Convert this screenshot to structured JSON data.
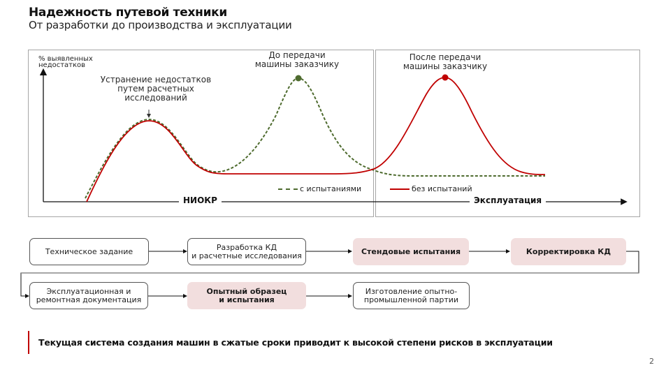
{
  "header": {
    "title": "Надежность путевой техники",
    "subtitle": "От разработки до производства и эксплуатации"
  },
  "chart": {
    "y_axis_label_line1": "% выявленных",
    "y_axis_label_line2": "недостатков",
    "annotation_left_line1": "Устранение недостатков",
    "annotation_left_line2": "путем расчетных",
    "annotation_left_line3": "исследований",
    "annotation_mid_line1": "До передачи",
    "annotation_mid_line2": "машины заказчику",
    "annotation_right_line1": "После передачи",
    "annotation_right_line2": "машины заказчику",
    "phase_left": "НИОКР",
    "phase_right": "Эксплуатация",
    "legend": [
      {
        "label": "с испытаниями",
        "style": "dashed",
        "color": "#4e6b2e"
      },
      {
        "label": "без испытаний",
        "style": "solid",
        "color": "#c00000"
      }
    ]
  },
  "chart_data": {
    "type": "line",
    "title": "",
    "xlabel": "НИОКР → Эксплуатация",
    "ylabel": "% выявленных недостатков",
    "x_phases": [
      "НИОКР",
      "Эксплуатация"
    ],
    "x": [
      0,
      10,
      20,
      30,
      40,
      50,
      60,
      70,
      80,
      90,
      100
    ],
    "series": [
      {
        "name": "с испытаниями",
        "style": "dashed",
        "color": "#4e6b2e",
        "values": [
          3,
          66,
          24,
          55,
          98,
          30,
          19,
          19,
          19,
          19,
          19
        ]
      },
      {
        "name": "без испытаний",
        "style": "solid",
        "color": "#c00000",
        "values": [
          0,
          65,
          24,
          22,
          22,
          22,
          48,
          98,
          70,
          25,
          21
        ]
      }
    ],
    "annotations": [
      {
        "text": "Устранение недостатков путем расчетных исследований",
        "at": "first peak"
      },
      {
        "text": "До передачи машины заказчику",
        "at": "peak с испытаниями"
      },
      {
        "text": "После передачи машины заказчику",
        "at": "peak без испытаний"
      }
    ],
    "grid": false,
    "legend_position": "bottom"
  },
  "flow": {
    "row1": [
      {
        "label_line1": "Техническое задание",
        "label_line2": "",
        "style": "outline"
      },
      {
        "label_line1": "Разработка КД",
        "label_line2": "и расчетные исследования",
        "style": "outline"
      },
      {
        "label_line1": "Стендовые испытания",
        "label_line2": "",
        "style": "filled"
      },
      {
        "label_line1": "Корректировка КД",
        "label_line2": "",
        "style": "filled"
      }
    ],
    "row2": [
      {
        "label_line1": "Эксплуатационная и",
        "label_line2": "ремонтная документация",
        "style": "outline"
      },
      {
        "label_line1": "Опытный образец",
        "label_line2": "и испытания",
        "style": "filled"
      },
      {
        "label_line1": "Изготовление опытно-",
        "label_line2": "промышленной партии",
        "style": "outline"
      }
    ]
  },
  "colors": {
    "accent_red": "#c00000",
    "tested_green": "#4e6b2e",
    "highlight_fill": "#f2dede",
    "frame_gray": "#a6a6a6"
  },
  "conclusion": "Текущая система создания машин в сжатые сроки приводит к высокой степени рисков в эксплуатации",
  "page_number": "2"
}
